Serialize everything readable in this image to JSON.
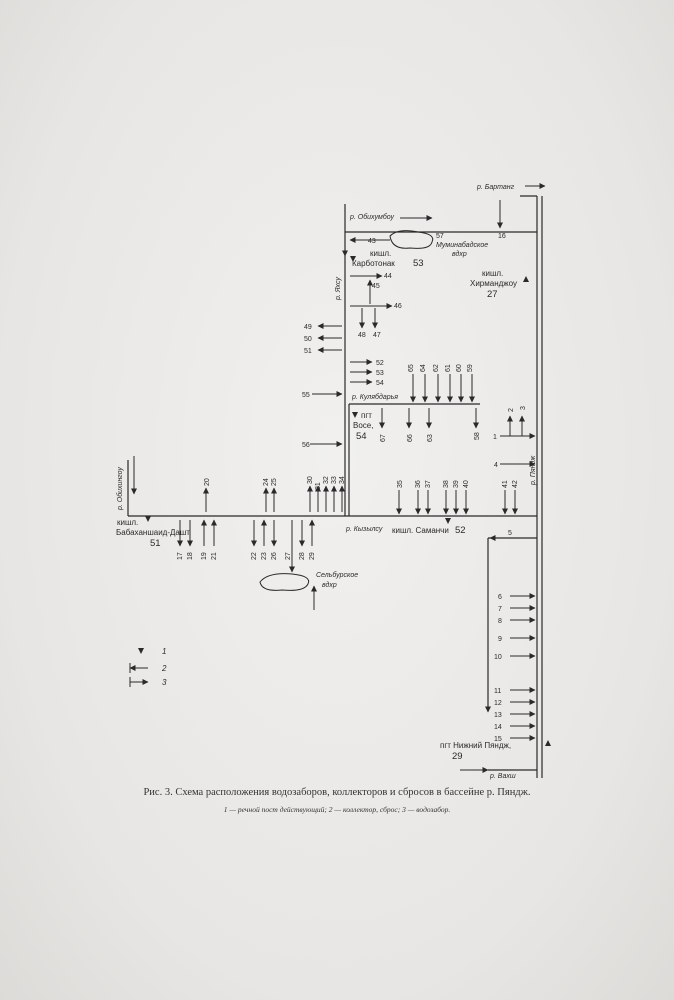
{
  "labels": {
    "rivers": {
      "bartang": "р. Бартанг",
      "obikhumbou": "р. Обихумбоу",
      "obikhingou": "р. Обихингоу",
      "yakhsu": "р. Яхсу",
      "kulyabdarya": "р. Кулябдарья",
      "kyzylsu": "р. Кызылсу",
      "panj": "р. Пяндж",
      "vakhsh": "р. Вахш"
    },
    "reservoirs": {
      "muminabad": "Муминабадское",
      "muminabad_2": "вдхр",
      "selbur": "Сельбурское",
      "selbur_2": "вдхр"
    },
    "stations": {
      "karbotonak_a": "кишл.",
      "karbotonak_b": "Карботонак",
      "karbotonak_n": "53",
      "khirmandzhou_a": "кишл.",
      "khirmandzhou_b": "Хирманджоу",
      "khirmandzhou_n": "27",
      "vose_a": "пгт",
      "vose_b": "Восе,",
      "vose_n": "54",
      "babakhanshaid_a": "кишл.",
      "babakhanshaid_b": "Бабаханшаид-Дашт,",
      "babakhanshaid_n": "51",
      "samanchi_a": "кишл. Саманчи",
      "samanchi_n": "52",
      "nizhny_panj_a": "пгт Нижний Пяндж,",
      "nizhny_panj_n": "29"
    }
  },
  "caption": {
    "title": "Рис. 3. Схема расположения водозаборов, коллекторов и сбросов в бассейне р. Пяндж.",
    "legend": "1 — речной пост действующий; 2 — коллектор, сброс; 3 — водозабор."
  },
  "legend_items": [
    "1",
    "2",
    "3"
  ]
}
